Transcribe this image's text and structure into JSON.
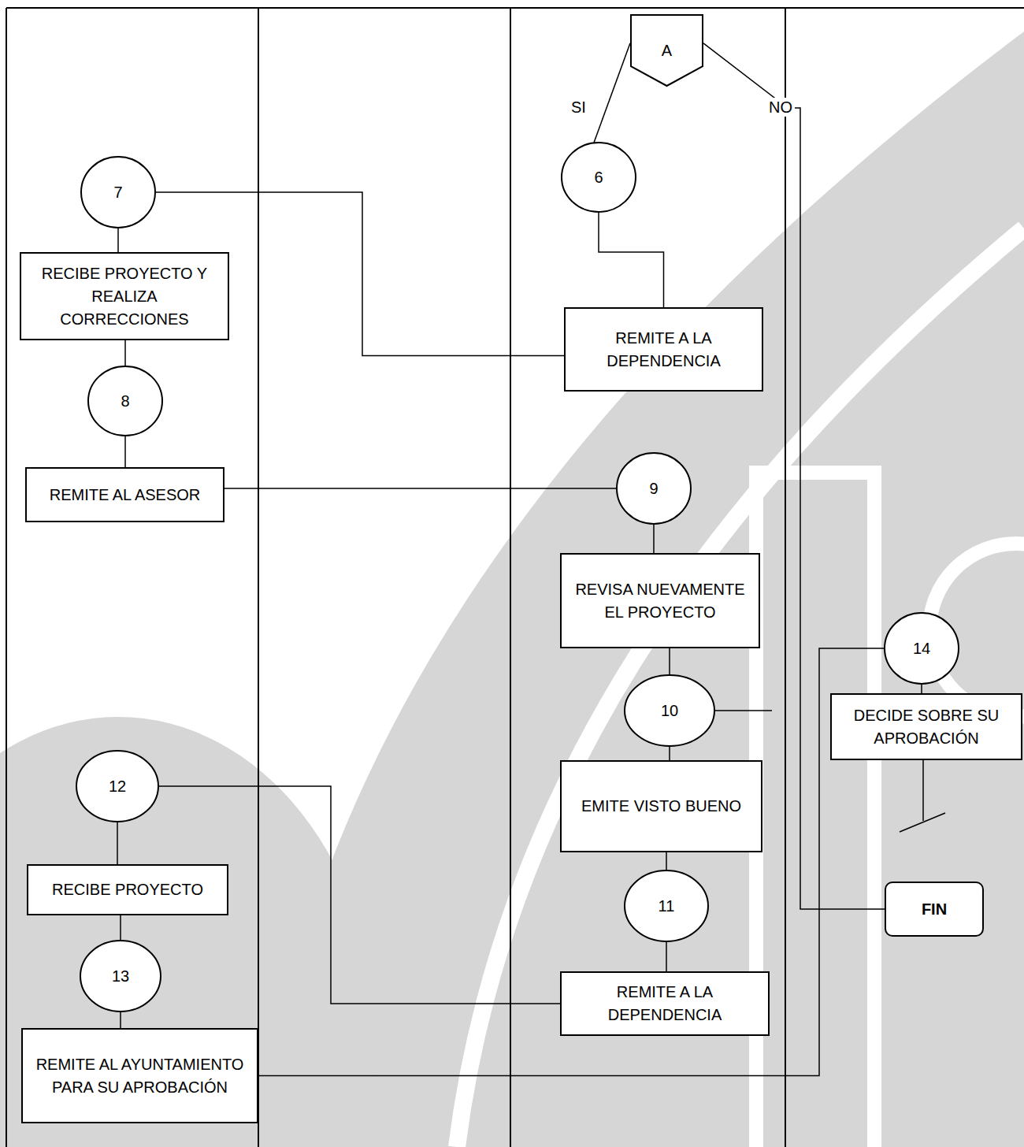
{
  "diagram": {
    "nodes": [
      {
        "text": [
          "A"
        ]
      },
      {
        "text": [
          "6"
        ]
      },
      {
        "text": [
          "7"
        ]
      },
      {
        "text": [
          "RECIBE PROYECTO Y REALIZA CORRECCIONES"
        ]
      },
      {
        "text": [
          "REMITE A LA DEPENDENCIA"
        ]
      },
      {
        "text": [
          "8"
        ]
      },
      {
        "text": [
          "REMITE AL ASESOR"
        ]
      },
      {
        "text": [
          "9"
        ]
      },
      {
        "text": [
          "REVISA NUEVAMENTE EL PROYECTO"
        ]
      },
      {
        "text": [
          "14"
        ]
      },
      {
        "text": [
          "10"
        ]
      },
      {
        "text": [
          "DECIDE SOBRE SU APROBACIÓN"
        ]
      },
      {
        "text": [
          "12"
        ]
      },
      {
        "text": [
          "EMITE VISTO BUENO"
        ]
      },
      {
        "text": [
          "RECIBE PROYECTO"
        ]
      },
      {
        "text": [
          "FIN"
        ]
      },
      {
        "text": [
          "11"
        ]
      },
      {
        "text": [
          "13"
        ]
      },
      {
        "text": [
          "REMITE A LA DEPENDENCIA"
        ]
      },
      {
        "text": [
          "REMITE AL AYUNTAMIENTO PARA SU APROBACIÓN"
        ]
      }
    ],
    "edges": [
      {
        "from": 0,
        "to": 1,
        "label": "SI",
        "arrow": "none"
      },
      {
        "from": 0,
        "to": 15,
        "label": "NO",
        "arrow": "none"
      },
      {
        "from": 1,
        "to": 4,
        "arrow": "none"
      },
      {
        "from": 4,
        "to": 2,
        "arrow": "none"
      },
      {
        "from": 2,
        "to": 3,
        "arrow": "none"
      },
      {
        "from": 3,
        "to": 5,
        "arrow": "none"
      },
      {
        "from": 5,
        "to": 6,
        "arrow": "none"
      },
      {
        "from": 6,
        "to": 7,
        "arrow": "none"
      },
      {
        "from": 7,
        "to": 8,
        "arrow": "none"
      },
      {
        "from": 8,
        "to": 10,
        "arrow": "none"
      },
      {
        "from": 10,
        "to": 13,
        "arrow": "none"
      },
      {
        "from": 13,
        "to": 16,
        "arrow": "none"
      },
      {
        "from": 16,
        "to": 18,
        "arrow": "none"
      },
      {
        "from": 18,
        "to": 12,
        "arrow": "none"
      },
      {
        "from": 12,
        "to": 14,
        "arrow": "none"
      },
      {
        "from": 14,
        "to": 17,
        "arrow": "none"
      },
      {
        "from": 17,
        "to": 19,
        "arrow": "none"
      },
      {
        "from": 19,
        "to": 9,
        "arrow": "none"
      },
      {
        "from": 9,
        "to": 11,
        "arrow": "none"
      }
    ]
  }
}
